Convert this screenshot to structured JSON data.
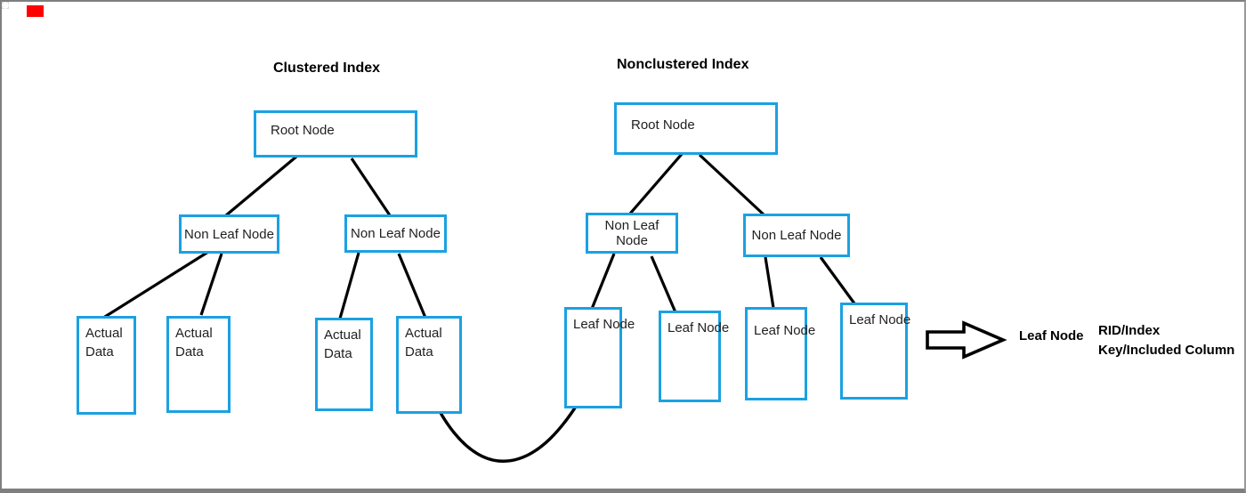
{
  "titles": {
    "clustered": "Clustered Index",
    "nonclustered": "Nonclustered Index"
  },
  "clustered_tree": {
    "root": "Root Node",
    "nonleaf_left": "Non Leaf Node",
    "nonleaf_right": "Non Leaf Node",
    "leaf1": "Actual Data",
    "leaf2": "Actual Data",
    "leaf3": "Actual Data",
    "leaf4": "Actual Data"
  },
  "nonclustered_tree": {
    "root": "Root Node",
    "nonleaf_left": "Non Leaf Node",
    "nonleaf_right": "Non Leaf Node",
    "leaf1": "Leaf Node",
    "leaf2": "Leaf Node",
    "leaf3": "Leaf Node",
    "leaf4": "Leaf Node"
  },
  "legend": {
    "pointer_label": "Leaf Node",
    "detail_line1": "RID/Index",
    "detail_line2": "Key/Included Column"
  },
  "colors": {
    "node_border": "#1ba1e2",
    "connector": "#000000",
    "frame_border": "#7f7f7f",
    "paint_marker_red": "#ff0000"
  }
}
